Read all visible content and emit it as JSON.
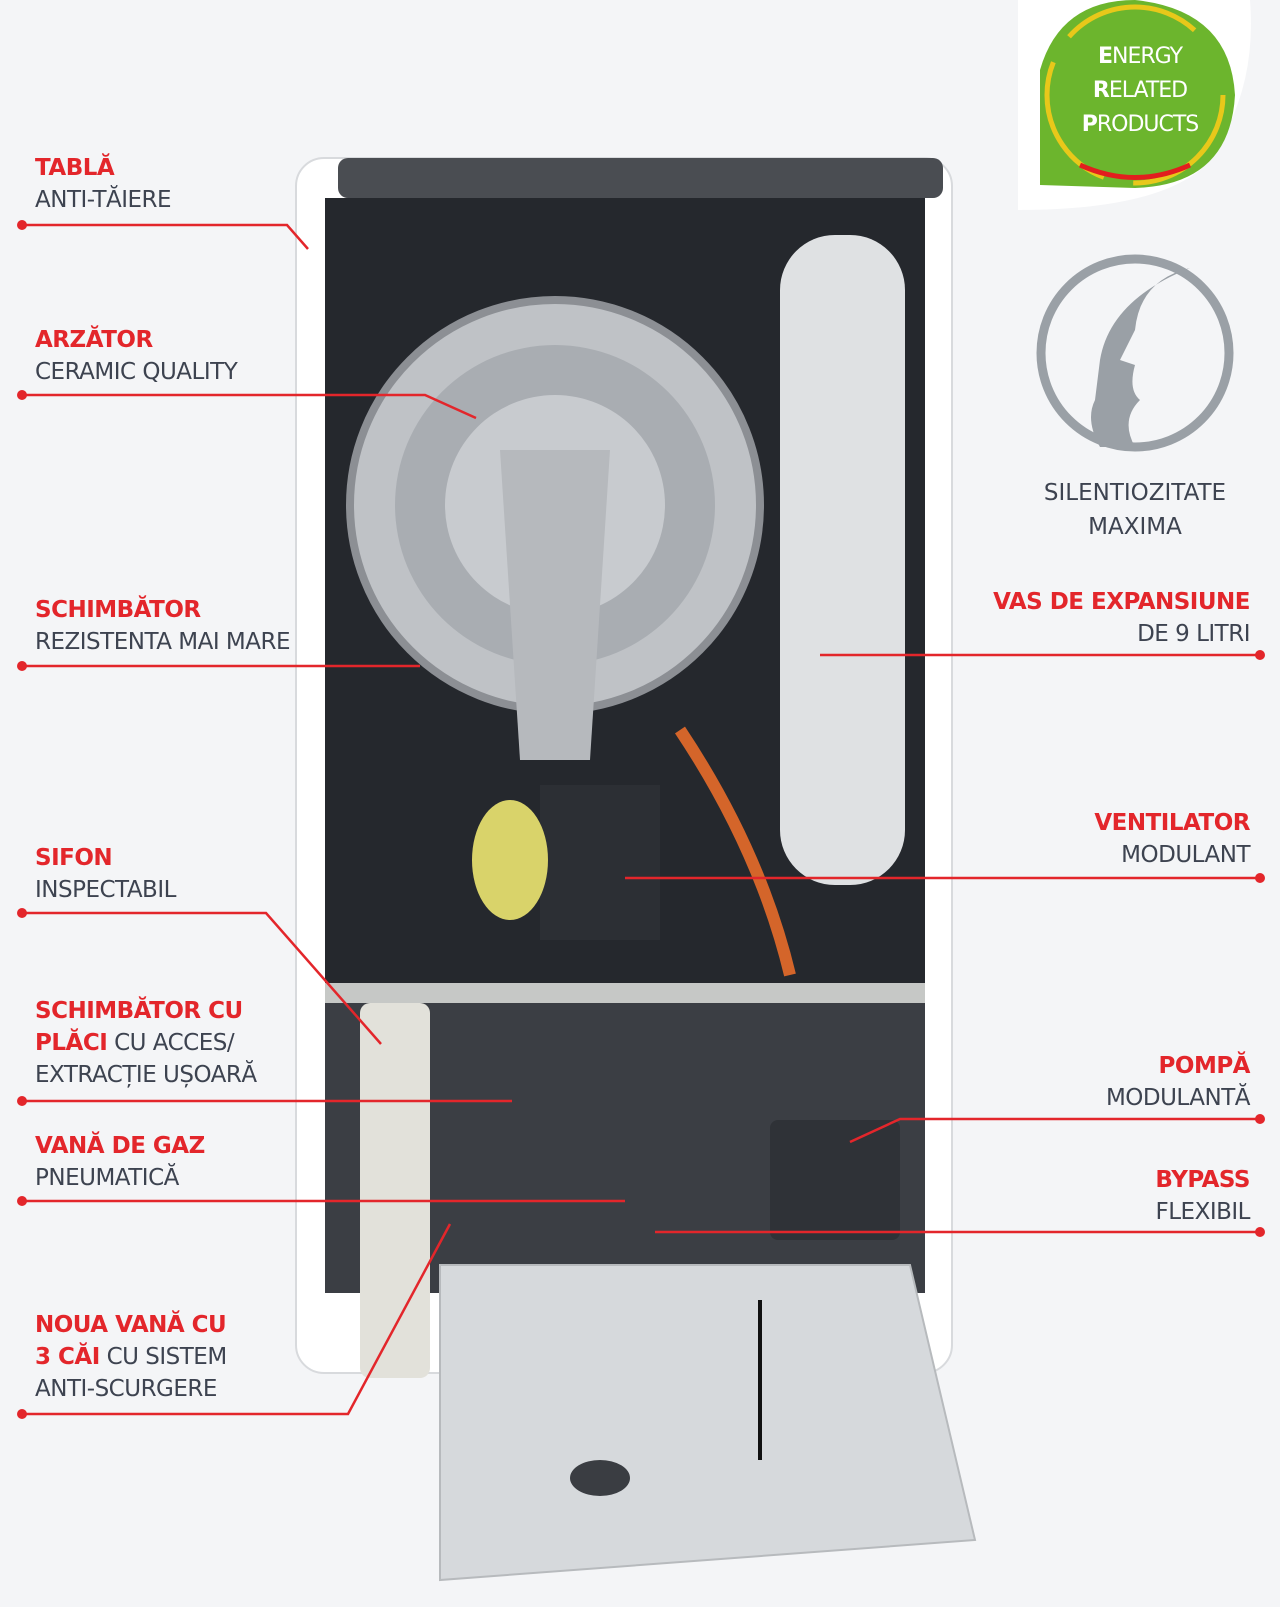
{
  "badge": {
    "line1_initial": "E",
    "line1_rest": "NERGY",
    "line2_initial": "R",
    "line2_rest": "ELATED",
    "line3_initial": "P",
    "line3_rest": "RODUCTS"
  },
  "silent": {
    "line1": "SILENTIOZITATE",
    "line2": "MAXIMA"
  },
  "left_labels": [
    {
      "title": "TABLĂ",
      "subtitle": "ANTI-TĂIERE"
    },
    {
      "title": "ARZĂTOR",
      "subtitle": "CERAMIC QUALITY"
    },
    {
      "title": "SCHIMBĂTOR",
      "subtitle": "REZISTENTA MAI MARE"
    },
    {
      "title": "SIFON",
      "subtitle": "INSPECTABIL"
    },
    {
      "title": "SCHIMBĂTOR CU",
      "title2": "PLĂCI",
      "subtitle_inline": "CU ACCES/",
      "subtitle": "EXTRACȚIE UȘOARĂ"
    },
    {
      "title": "VANĂ DE GAZ",
      "subtitle": "PNEUMATICĂ"
    },
    {
      "title": "NOUA VANĂ CU",
      "title2": "3 CĂI",
      "subtitle_inline": "CU SISTEM",
      "subtitle": "ANTI-SCURGERE"
    }
  ],
  "right_labels": [
    {
      "title": "VAS DE EXPANSIUNE",
      "subtitle": "DE 9 LITRI"
    },
    {
      "title": "VENTILATOR",
      "subtitle": "MODULANT"
    },
    {
      "title": "POMPĂ",
      "subtitle": "MODULANTĂ"
    },
    {
      "title": "BYPASS",
      "subtitle": "FLEXIBIL"
    }
  ],
  "colors": {
    "accent": "#e3262b",
    "text": "#3d4350",
    "badge_green": "#6cb52d",
    "icon_gray": "#9aa0a6"
  }
}
